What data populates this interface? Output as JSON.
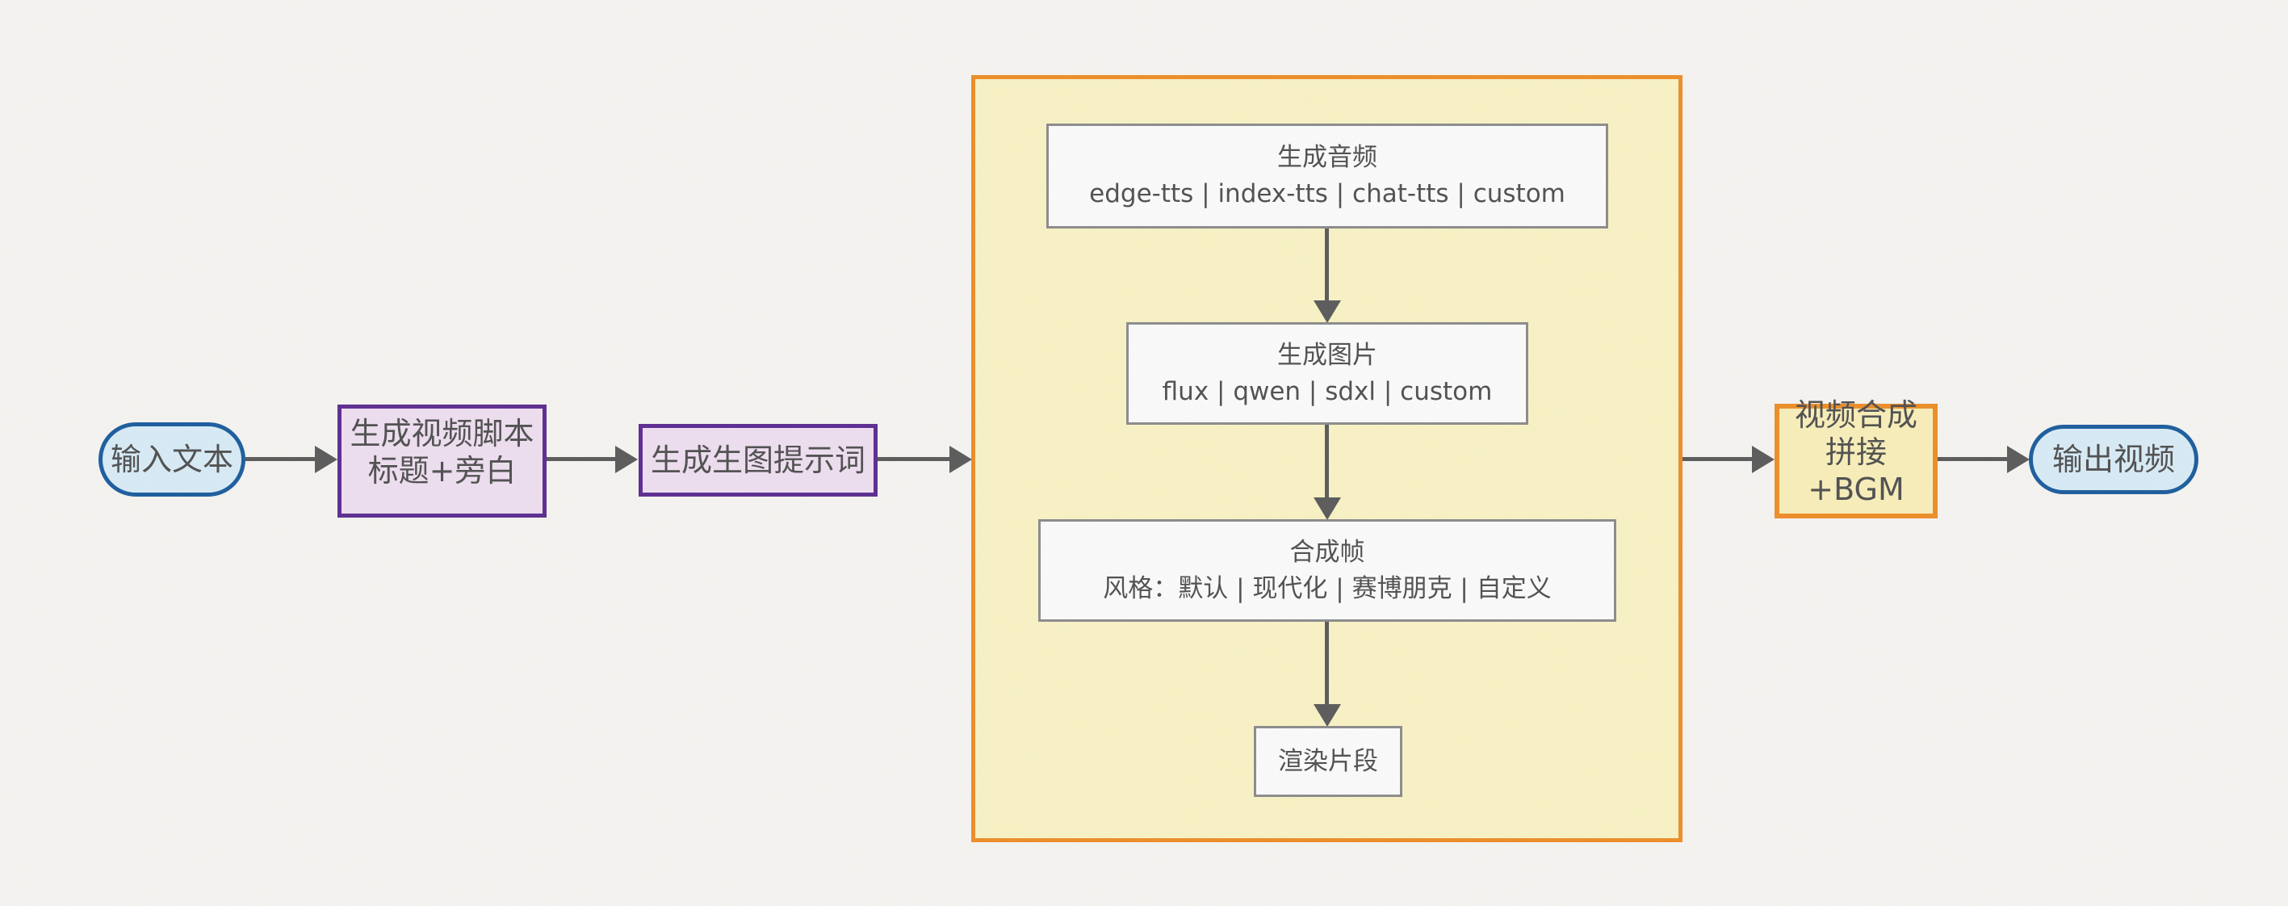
{
  "diagram": {
    "type": "flowchart-LR",
    "background": "#f7f6f3",
    "colors": {
      "arrow": "#5a5a5a",
      "text": "#4f4f4f",
      "terminal_fill": "#d9edf8",
      "terminal_border": "#1a5c9e",
      "process_fill": "#f0e0f2",
      "process_border": "#5c2b91",
      "subgraph_fill": "#fbf4c6",
      "subgraph_border": "#ef8e26",
      "compose_fill": "#faf0ba",
      "step_fill": "#fdfdfd",
      "step_border": "#8c8c8c"
    },
    "nodes": {
      "input": {
        "label": "输入文本"
      },
      "script": {
        "line1": "生成视频脚本",
        "line2": "标题+旁白"
      },
      "prompt": {
        "label": "生成生图提示词"
      },
      "audio": {
        "line1": "生成音频",
        "line2": "edge-tts | index-tts | chat-tts | custom"
      },
      "image": {
        "line1": "生成图片",
        "line2": "flux | qwen | sdxl | custom"
      },
      "frame": {
        "line1": "合成帧",
        "line2": "风格：默认 | 现代化 | 赛博朋克 | 自定义"
      },
      "render": {
        "label": "渲染片段"
      },
      "compose": {
        "line1": "视频合成",
        "line2": "拼接+BGM"
      },
      "output": {
        "label": "输出视频"
      }
    },
    "edges": [
      {
        "from": "输入文本",
        "to": "生成视频脚本"
      },
      {
        "from": "生成视频脚本",
        "to": "生成生图提示词"
      },
      {
        "from": "生成生图提示词",
        "to": "生成音频"
      },
      {
        "from": "生成音频",
        "to": "生成图片"
      },
      {
        "from": "生成图片",
        "to": "合成帧"
      },
      {
        "from": "合成帧",
        "to": "渲染片段"
      },
      {
        "from": "渲染片段",
        "to": "视频合成"
      },
      {
        "from": "视频合成",
        "to": "输出视频"
      }
    ]
  }
}
